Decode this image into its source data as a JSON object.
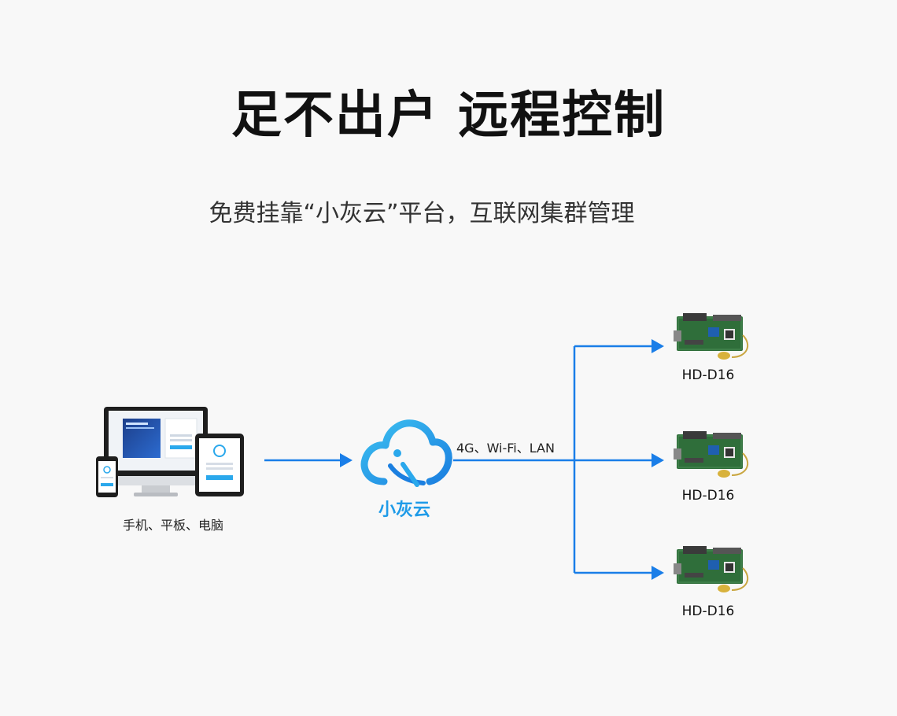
{
  "title": "足不出户 远程控制",
  "subtitle": "免费挂靠“小灰云”平台，互联网集群管理",
  "diagram": {
    "source_label": "手机、平板、电脑",
    "cloud_label": "小灰云",
    "connection_label": "4G、Wi-Fi、LAN",
    "targets": [
      {
        "label": "HD-D16"
      },
      {
        "label": "HD-D16"
      },
      {
        "label": "HD-D16"
      }
    ]
  },
  "colors": {
    "arrow": "#1a7ee8",
    "cloud_blue": "#2aa8ec",
    "board_green": "#2f6e3a"
  },
  "icons": [
    "monitor-icon",
    "tablet-icon",
    "phone-icon",
    "cloud-logo-icon",
    "controller-board-icon"
  ]
}
